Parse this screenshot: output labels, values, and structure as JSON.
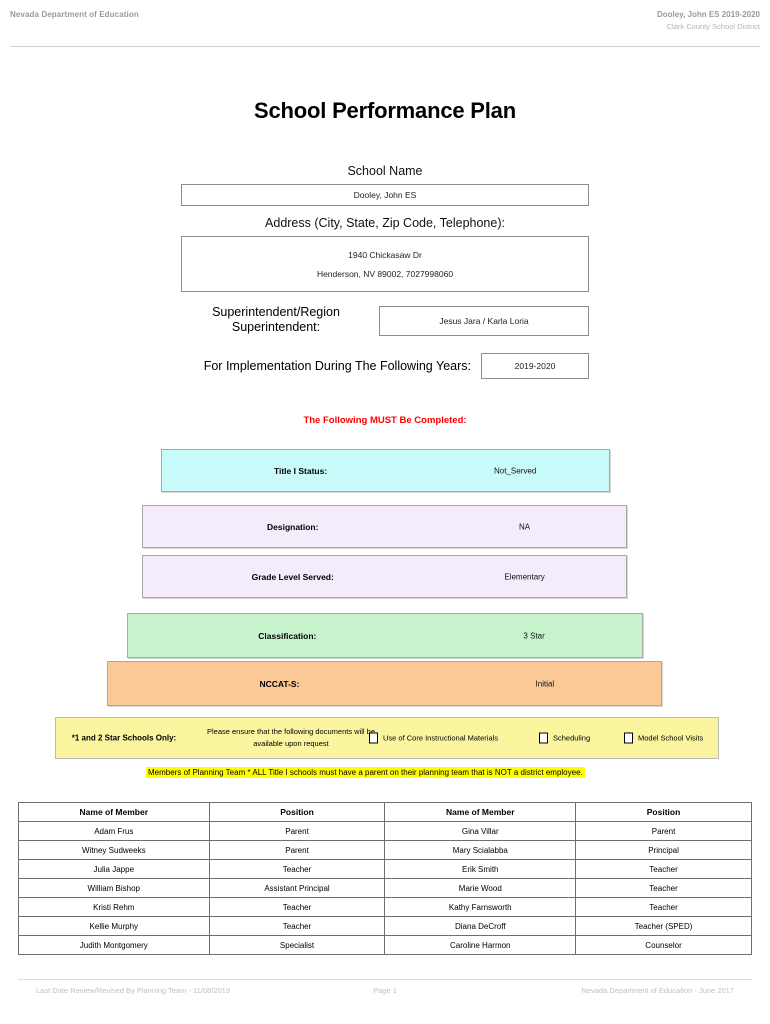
{
  "header": {
    "left": "Nevada Department of Education",
    "right_line1": "Dooley, John ES  2019-2020",
    "right_line2": "Clark County School District"
  },
  "title": "School Performance Plan",
  "identity": {
    "school_name_label": "School Name",
    "school_name_value": "Dooley, John ES",
    "address_label": "Address (City, State, Zip Code, Telephone):",
    "address_line1": "1940 Chickasaw Dr",
    "address_line2": "Henderson, NV  89002, 7027998060",
    "superintendent_label": "Superintendent/Region Superintendent:",
    "superintendent_value": "Jesus Jara / Karla Loria",
    "implementation_label": "For Implementation During The Following Years:",
    "implementation_value": "2019-2020"
  },
  "must_complete_note": "The Following MUST Be Completed:",
  "status_bars": [
    {
      "label": "Title I Status:",
      "value": "Not_Served",
      "color": "#c9fbfb"
    },
    {
      "label": "Designation:",
      "value": "NA",
      "color": "#f4ecfa"
    },
    {
      "label": "Grade Level Served:",
      "value": "Elementary",
      "color": "#f4ecfa"
    },
    {
      "label": "Classification:",
      "value": "3 Star",
      "color": "#c6f3cb"
    },
    {
      "label": "NCCAT-S:",
      "value": "Initial",
      "color": "#fbc998"
    }
  ],
  "star_schools": {
    "title": "*1 and 2 Star Schools Only:",
    "note": "Please ensure that the following documents will be available upon request",
    "checkboxes": [
      {
        "label": "Use of Core Instructional Materials",
        "checked": false
      },
      {
        "label": "Scheduling",
        "checked": false
      },
      {
        "label": "Model School Visits",
        "checked": false
      }
    ]
  },
  "planning_banner": "Members of Planning Team * ALL Title I schools must have a parent on their planning team that is NOT a district employee.",
  "members_table": {
    "headers": [
      "Name of Member",
      "Position",
      "Name of Member",
      "Position"
    ],
    "rows": [
      [
        "Adam Frus",
        "Parent",
        "Gina Villar",
        "Parent"
      ],
      [
        "Witney Sudweeks",
        "Parent",
        "Mary Scialabba",
        "Principal"
      ],
      [
        "Julia Jappe",
        "Teacher",
        "Erik Smith",
        "Teacher"
      ],
      [
        "William Bishop",
        "Assistant Principal",
        "Marie Wood",
        "Teacher"
      ],
      [
        "Kristi Rehm",
        "Teacher",
        "Kathy Farnsworth",
        "Teacher"
      ],
      [
        "Kellie Murphy",
        "Teacher",
        "Diana DeCroff",
        "Teacher (SPED)"
      ],
      [
        "Judith Montgomery",
        "Specialist",
        "Caroline Harmon",
        "Counselor"
      ]
    ]
  },
  "footer": {
    "left": "Last Date Review/Revised By Planning Team - 11/08/2019",
    "center": "Page 1",
    "right": "Nevada Department of Education - June 2017"
  }
}
